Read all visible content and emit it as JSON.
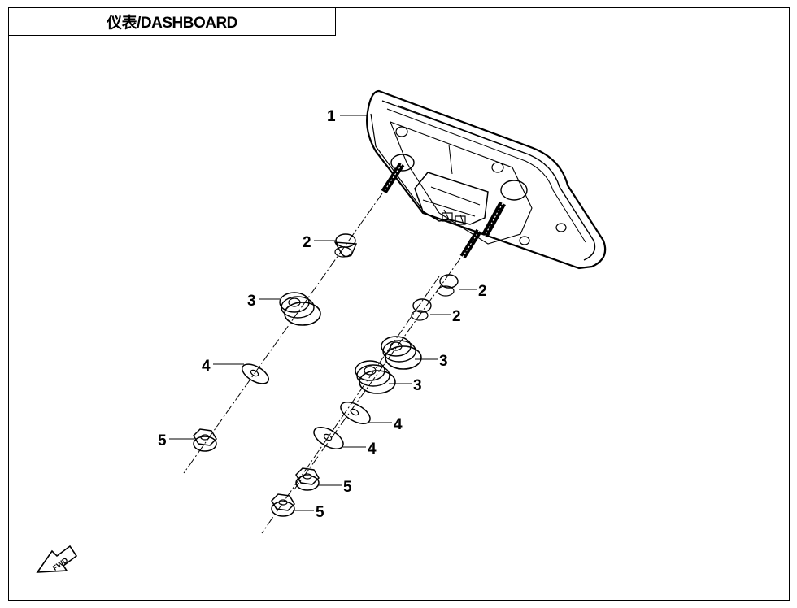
{
  "title": "仪表/DASHBOARD",
  "callouts": [
    {
      "label": "1"
    },
    {
      "label": "2"
    },
    {
      "label": "2"
    },
    {
      "label": "2"
    },
    {
      "label": "3"
    },
    {
      "label": "3"
    },
    {
      "label": "3"
    },
    {
      "label": "4"
    },
    {
      "label": "4"
    },
    {
      "label": "4"
    },
    {
      "label": "5"
    },
    {
      "label": "5"
    },
    {
      "label": "5"
    }
  ],
  "fwd_label": "FWD",
  "colors": {
    "line": "#000000",
    "background": "#ffffff"
  }
}
